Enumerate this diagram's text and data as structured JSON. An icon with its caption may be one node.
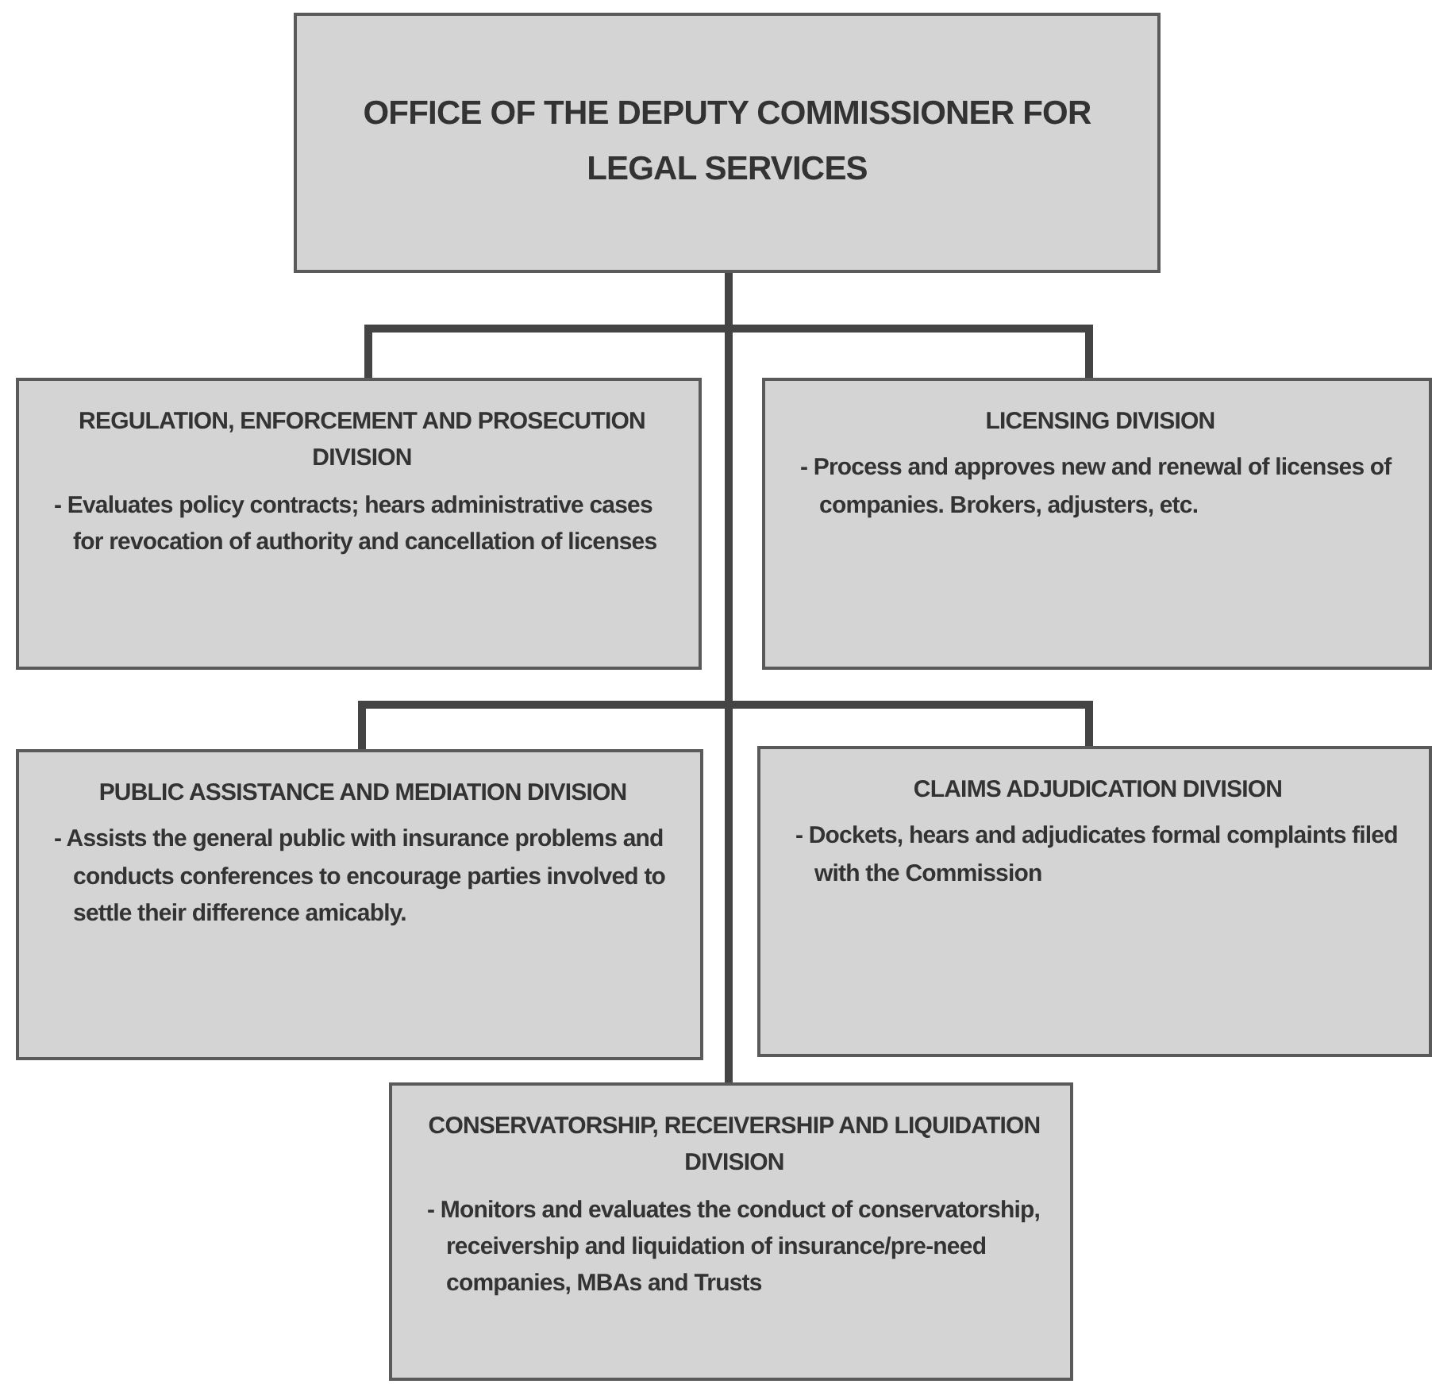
{
  "diagram": {
    "nodes": [
      {
        "text": [
          "OFFICE OF THE DEPUTY COMMISSIONER FOR LEGAL SERVICES"
        ]
      },
      {
        "text": [
          "REGULATION, ENFORCEMENT AND PROSECUTION DIVISION",
          "- Evaluates policy contracts; hears administrative cases for revocation of authority and cancellation of licenses"
        ]
      },
      {
        "text": [
          "LICENSING DIVISION",
          "- Process and approves new and renewal of licenses of companies. Brokers, adjusters, etc."
        ]
      },
      {
        "text": [
          "PUBLIC ASSISTANCE AND MEDIATION DIVISION",
          "- Assists the general public with insurance problems and conducts conferences to encourage parties involved to settle their difference amicably."
        ]
      },
      {
        "text": [
          "CLAIMS ADJUDICATION DIVISION",
          "- Dockets, hears and adjudicates formal complaints filed with the Commission"
        ]
      },
      {
        "text": [
          "CONSERVATORSHIP, RECEIVERSHIP AND LIQUIDATION DIVISION",
          "- Monitors and evaluates the conduct of conservatorship, receivership and liquidation of insurance/pre-need companies, MBAs and Trusts"
        ]
      }
    ],
    "edges": [
      {
        "from": 0,
        "to": 1,
        "arrow": "none"
      },
      {
        "from": 0,
        "to": 2,
        "arrow": "none"
      },
      {
        "from": 0,
        "to": 3,
        "arrow": "none"
      },
      {
        "from": 0,
        "to": 4,
        "arrow": "none"
      },
      {
        "from": 0,
        "to": 5,
        "arrow": "none"
      }
    ]
  }
}
